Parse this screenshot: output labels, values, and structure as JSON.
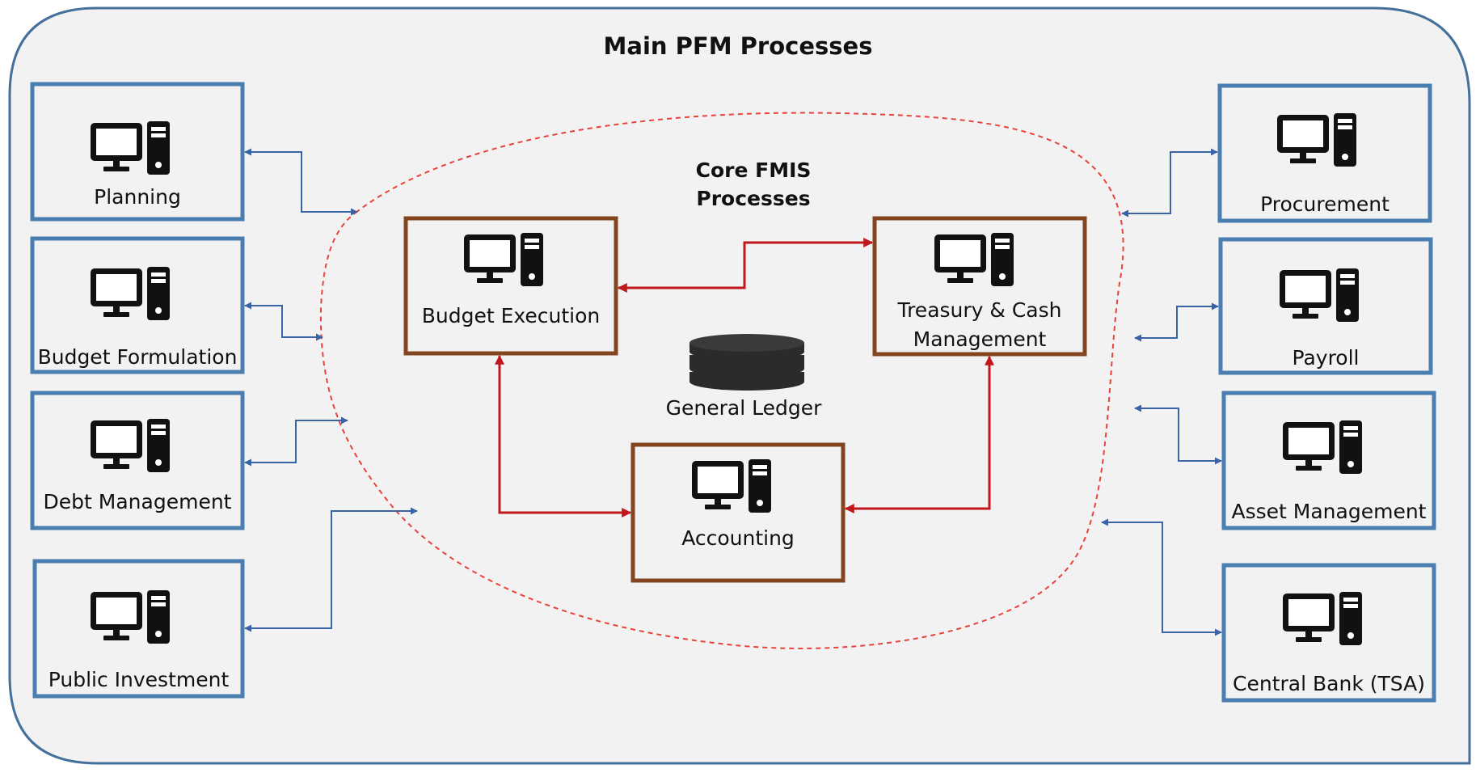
{
  "title": "Main PFM Processes",
  "core_title": [
    "Core FMIS",
    "Processes"
  ],
  "left_systems": {
    "planning": "Planning",
    "budget_formulation": "Budget Formulation",
    "debt_management": "Debt Management",
    "public_investment": "Public Investment"
  },
  "right_systems": {
    "procurement": "Procurement",
    "payroll": "Payroll",
    "asset_management": "Asset Management",
    "central_bank": "Central Bank (TSA)"
  },
  "core_systems": {
    "budget_execution": "Budget Execution",
    "treasury": [
      "Treasury & Cash",
      "Management"
    ],
    "accounting": "Accounting"
  },
  "general_ledger": "General Ledger",
  "icons": {
    "system": "computer-icon",
    "ledger": "database-icon"
  },
  "colors": {
    "background": "#f2f2f2",
    "outer_border": "#44709b",
    "peripheral_box": "#4a7eb0",
    "peripheral_arrow": "#3a62a6",
    "core_box": "#83451f",
    "core_arrow": "#c0181c",
    "core_boundary": "#e8433b"
  }
}
